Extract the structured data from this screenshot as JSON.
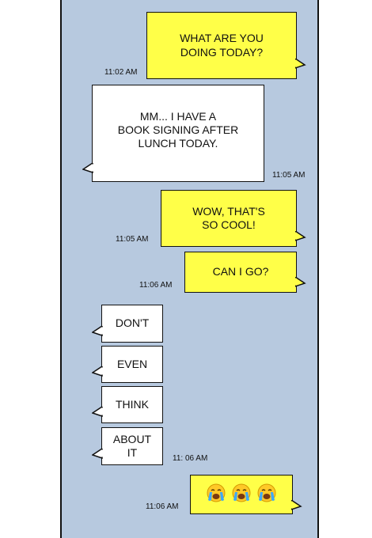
{
  "messages": [
    {
      "id": "m1",
      "side": "right",
      "text": "WHAT ARE YOU\nDOING TODAY?",
      "time": "11:02 AM"
    },
    {
      "id": "m2",
      "side": "left",
      "text": "MM... I HAVE A\nBOOK SIGNING AFTER\nLUNCH TODAY.",
      "time": "11:05 AM"
    },
    {
      "id": "m3",
      "side": "right",
      "text": "WOW, THAT'S\nSO COOL!",
      "time": "11:05 AM"
    },
    {
      "id": "m4",
      "side": "right",
      "text": "CAN I GO?",
      "time": "11:06 AM"
    },
    {
      "id": "m5",
      "side": "left",
      "text": "DON'T"
    },
    {
      "id": "m6",
      "side": "left",
      "text": "EVEN"
    },
    {
      "id": "m7",
      "side": "left",
      "text": "THINK"
    },
    {
      "id": "m8",
      "side": "left",
      "text": "ABOUT\nIT",
      "time": "11: 06 AM"
    },
    {
      "id": "m9",
      "side": "right",
      "time": "11:06 AM",
      "emoji_count": 3,
      "emoji_icon": "crying-face-icon"
    }
  ],
  "colors": {
    "background": "#b7c9df",
    "outgoing": "#ffff48",
    "incoming": "#ffffff",
    "emoji_face": "#ffc928",
    "emoji_tears": "#3fa9f5"
  }
}
